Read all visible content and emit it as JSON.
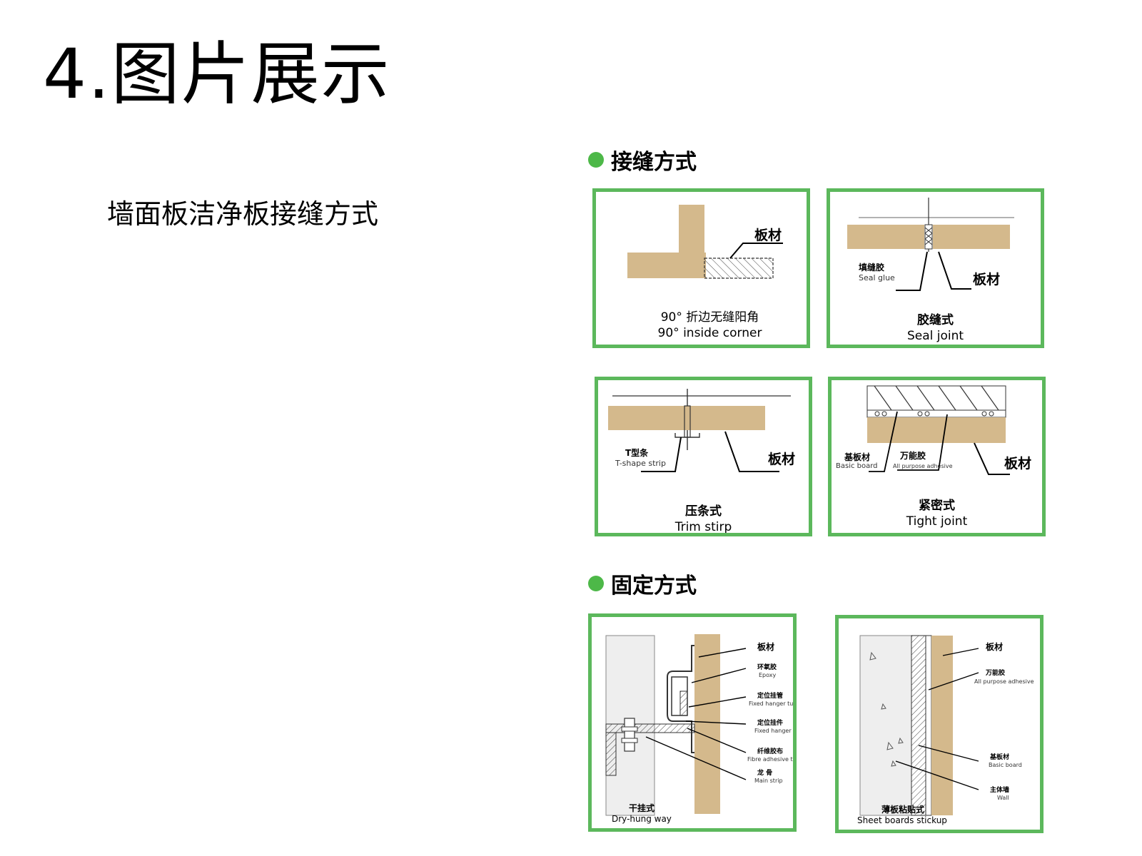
{
  "page": {
    "title": "4.图片展示",
    "subtitle": "墙面板洁净板接缝方式"
  },
  "sections": {
    "joints_heading": "接缝方式",
    "fixing_heading": "固定方式"
  },
  "colors": {
    "accent_green": "#5cb85c",
    "board_tan": "#d4b98c"
  },
  "panels": {
    "corner": {
      "label_board": "板材",
      "caption_cn": "90°  折边无缝阳角",
      "caption_en": "90°  inside corner"
    },
    "seal": {
      "label_glue_cn": "填缝胶",
      "label_glue_en": "Seal glue",
      "label_board": "板材",
      "caption_cn": "胶缝式",
      "caption_en": "Seal joint"
    },
    "trim": {
      "label_strip_cn": "T型条",
      "label_strip_en": "T-shape strip",
      "label_board": "板材",
      "caption_cn": "压条式",
      "caption_en": "Trim stirp"
    },
    "tight": {
      "label_basic_cn": "基板材",
      "label_basic_en": "Basic board",
      "label_adhesive_cn": "万能胶",
      "label_adhesive_en": "All purpose adhesive",
      "label_board": "板材",
      "caption_cn": "紧密式",
      "caption_en": "Tight joint"
    },
    "dry": {
      "labels": [
        {
          "cn": "板材",
          "en": ""
        },
        {
          "cn": "环氧胶",
          "en": "Epoxy"
        },
        {
          "cn": "定位挂管",
          "en": "Fixed hanger tube"
        },
        {
          "cn": "定位挂件",
          "en": "Fixed hanger"
        },
        {
          "cn": "纤维胶布",
          "en": "Fibre adhesive tape"
        },
        {
          "cn": "龙  骨",
          "en": "Main strip"
        }
      ],
      "caption_cn": "干挂式",
      "caption_en": "Dry-hung way"
    },
    "stick": {
      "labels": [
        {
          "cn": "板材",
          "en": ""
        },
        {
          "cn": "万能胶",
          "en": "All purpose adhesive"
        },
        {
          "cn": "基板材",
          "en": "Basic board"
        },
        {
          "cn": "主体墙",
          "en": "Wall"
        }
      ],
      "caption_cn": "薄板粘贴式",
      "caption_en": "Sheet boards stickup"
    }
  }
}
